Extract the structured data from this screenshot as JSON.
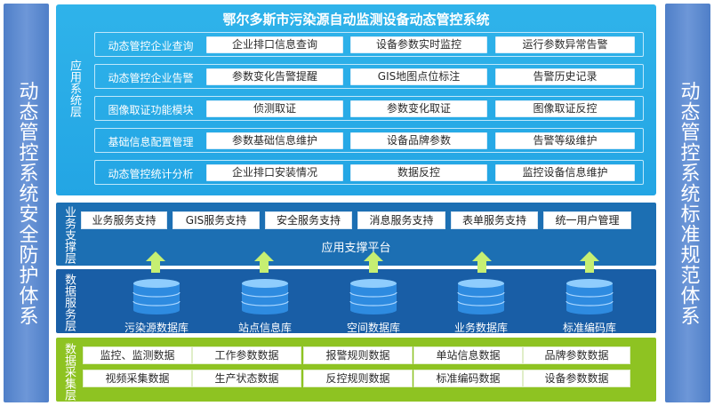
{
  "left_pillar": "动态管控系统安全防护体系",
  "right_pillar": "动态管控系统标准规范体系",
  "application_layer": {
    "title": "鄂尔多斯市污染源自动监测设备动态管控系统",
    "label": "应用系统层",
    "rows": [
      {
        "label": "动态管控企业查询",
        "items": [
          "企业排口信息查询",
          "设备参数实时监控",
          "运行参数异常告警"
        ]
      },
      {
        "label": "动态管控企业告警",
        "items": [
          "参数变化告警提醒",
          "GIS地图点位标注",
          "告警历史记录"
        ]
      },
      {
        "label": "图像取证功能模块",
        "items": [
          "侦测取证",
          "参数变化取证",
          "图像取证反控"
        ]
      },
      {
        "label": "基础信息配置管理",
        "items": [
          "参数基础信息维护",
          "设备品牌参数",
          "告警等级维护"
        ]
      },
      {
        "label": "动态管控统计分析",
        "items": [
          "企业排口安装情况",
          "数据反控",
          "监控设备信息维护"
        ]
      }
    ]
  },
  "support_layer": {
    "label": "业务支撑层",
    "items": [
      "业务服务支持",
      "GIS服务支持",
      "安全服务支持",
      "消息服务支持",
      "表单服务支持",
      "统一用户管理"
    ],
    "platform": "应用支撑平台"
  },
  "data_layer": {
    "label": "数据服务层",
    "databases": [
      "污染源数据库",
      "站点信息库",
      "空间数据库",
      "业务数据库",
      "标准编码库"
    ]
  },
  "collect_layer": {
    "label": "数据采集层",
    "rows": [
      [
        "监控、监测数据",
        "工作参数数据",
        "报警规则数据",
        "单站信息数据",
        "品牌参数数据"
      ],
      [
        "视频采集数据",
        "生产状态数据",
        "反控规则数据",
        "标准编码数据",
        "设备参数数据"
      ]
    ]
  },
  "colors": {
    "pillar": "#5f8dd3",
    "application_layer": "#29abe6",
    "support_layer": "#1c6fb3",
    "data_layer": "#195ea6",
    "collect_layer": "#8ec322",
    "arrow": "#c6ef72"
  }
}
